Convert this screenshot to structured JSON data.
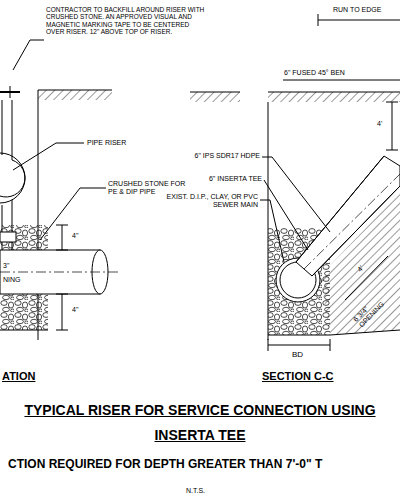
{
  "diagram": {
    "title": "TYPICAL RISER FOR SERVICE CONNECTION USING INSERTA TEE",
    "labels": [
      "RUN TO EDGE",
      "CONTRACTOR TO BACKFILL AROUND RISER WITH CRUSHED STONE. AN APPROVED VISUAL AND MAGNETIC MARKING TAPE TO BE CENTERED OVER RISER. 12\" ABOVE TOP OF RISER.",
      "6\" FUSED 45° BEN",
      "4'",
      "6\" IPS SDR17 HDPE",
      "6\" INSERTA TEE",
      "PIPE RISER",
      "CRUSHED STONE FOR PE & DIP PIPE",
      "EXIST. D.I.P., CLAY, OR PVC SEWER MAIN",
      "4\"",
      "4\"",
      "3\"",
      "NING",
      "4'",
      "6 3/4\" OPENING",
      "BD",
      "ATION",
      "SECTION C-C",
      "CTION REQUIRED FOR DEPTH GREATER THAN 7'-0\" T",
      "N.T.S."
    ]
  }
}
